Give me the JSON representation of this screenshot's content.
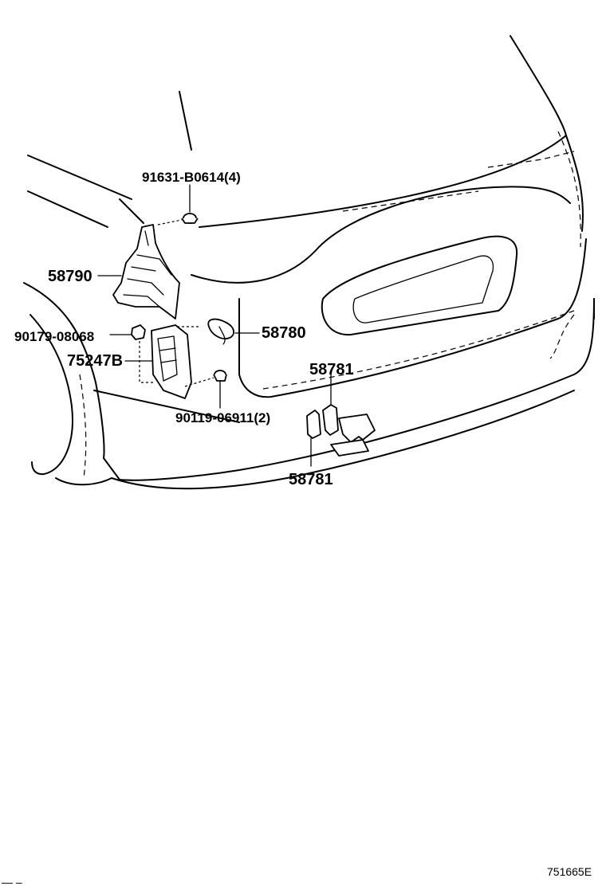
{
  "labels": {
    "bolt_top": "91631-B0614(4)",
    "bracket": "58790",
    "nut": "90179-08068",
    "cover": "75247B",
    "grommet": "58780",
    "screw": "90119-06911(2)",
    "clip_upper": "58781",
    "clip_lower": "58781"
  },
  "diagram_code": "751665E",
  "footer_marks": "— –"
}
